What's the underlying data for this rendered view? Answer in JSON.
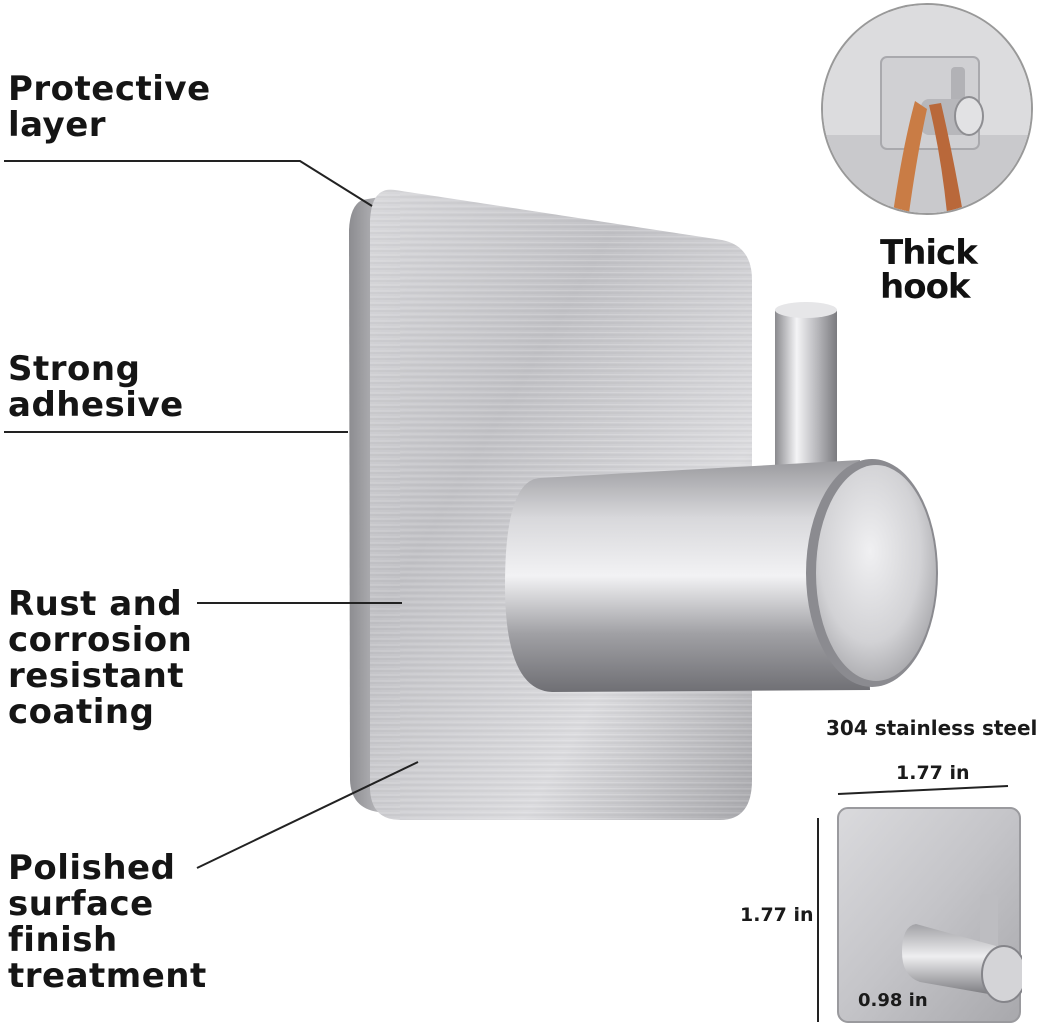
{
  "callouts": [
    {
      "id": "protective",
      "lines": [
        "Protective",
        "layer"
      ]
    },
    {
      "id": "adhesive",
      "lines": [
        "Strong",
        "adhesive"
      ]
    },
    {
      "id": "rust",
      "lines": [
        "Rust and",
        "corrosion",
        "resistant",
        "coating"
      ]
    },
    {
      "id": "polished",
      "lines": [
        "Polished",
        "surface",
        "finish",
        "treatment"
      ]
    }
  ],
  "thick_hook": {
    "lines": [
      "Thick",
      "hook"
    ]
  },
  "material": "304 stainless steel",
  "dimensions": {
    "width": "1.77 in",
    "height": "1.77 in",
    "depth": "0.98 in"
  },
  "colors": {
    "steel_light": "#e4e4e6",
    "steel_mid": "#b8b8bc",
    "steel_dark": "#7d7d82",
    "strap": "#c97c45"
  }
}
